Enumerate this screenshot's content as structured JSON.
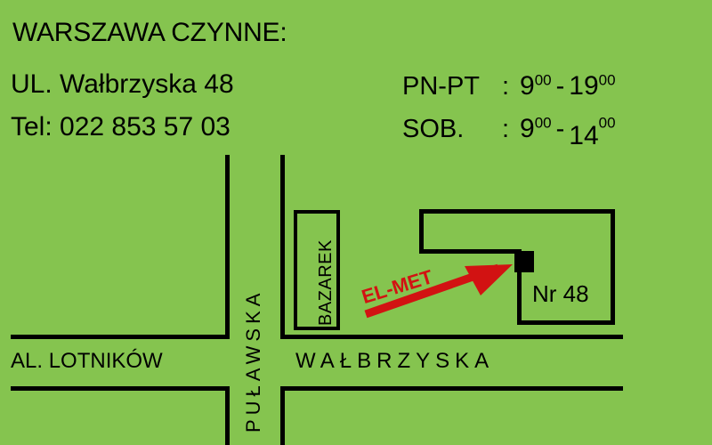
{
  "colors": {
    "background": "#85c44f",
    "ink": "#000000",
    "accent_red": "#d21212"
  },
  "header": {
    "title": "WARSZAWA CZYNNE:",
    "address_line": "UL. Wałbrzyska 48",
    "phone_line": "Tel: 022 853 57 03"
  },
  "hours": [
    {
      "days": "PN-PT",
      "separator": ":",
      "open_hour": "9",
      "open_minutes": "00",
      "dash": "-",
      "close_hour": "19",
      "close_minutes": "00"
    },
    {
      "days": "SOB.",
      "separator": ":",
      "open_hour": "9",
      "open_minutes": "00",
      "dash": "-",
      "close_hour": "14",
      "close_minutes": "00"
    }
  ],
  "map": {
    "streets": [
      {
        "name": "PUŁAWSKA",
        "orientation": "vertical"
      },
      {
        "name": "AL. LOTNIKÓW",
        "orientation": "horizontal"
      },
      {
        "name": "WAŁBRZYSKA",
        "orientation": "horizontal"
      }
    ],
    "landmarks": [
      {
        "name": "BAZAREK",
        "kind": "market-box"
      },
      {
        "name": "Nr 48",
        "kind": "building-number"
      }
    ],
    "callout": {
      "label": "EL-MET",
      "kind": "arrow-pointing-to-shop"
    },
    "shop_marker": "black-square-shop-location"
  }
}
